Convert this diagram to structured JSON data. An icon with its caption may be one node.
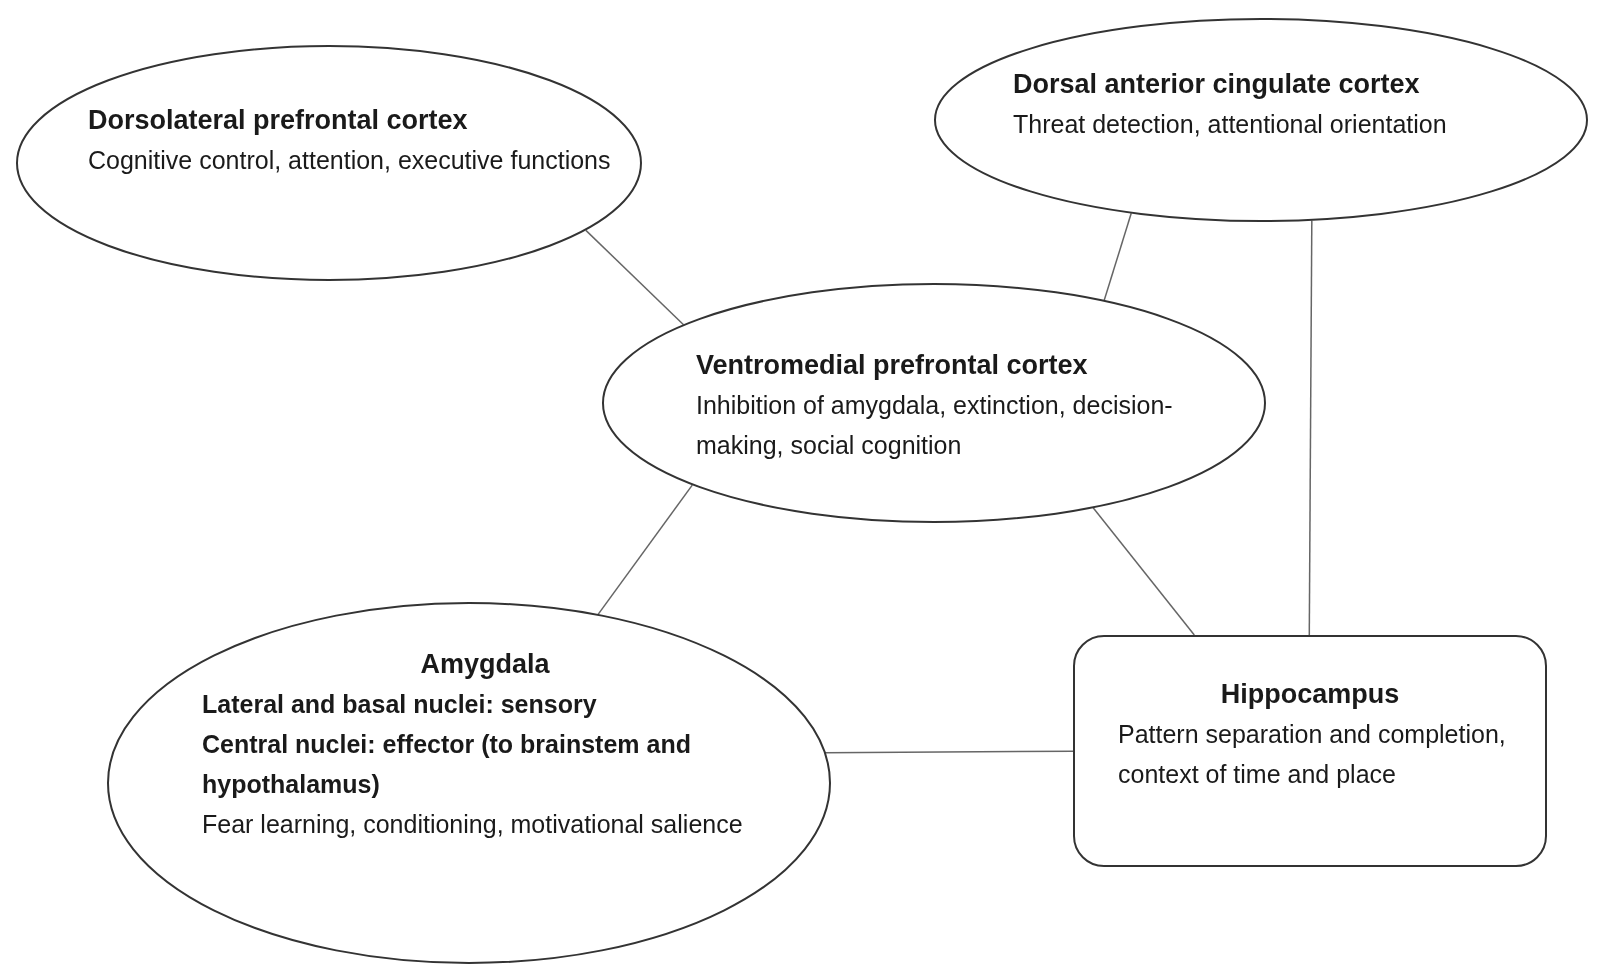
{
  "diagram": {
    "nodes": [
      {
        "text": [
          "Dorsolateral prefrontal cortex",
          "Cognitive control, attention, executive functions"
        ]
      },
      {
        "text": [
          "Dorsal anterior cingulate cortex",
          "Threat detection, attentional orientation"
        ]
      },
      {
        "text": [
          "Ventromedial prefrontal cortex",
          "Inhibition of amygdala, extinction, decision-making, social cognition"
        ]
      },
      {
        "text": [
          "Amygdala",
          "**Lateral and basal nuclei: sensory**",
          "**Central nuclei: effector (to brainstem and hypothalamus)**",
          "Fear learning, conditioning, motivational salience"
        ]
      },
      {
        "text": [
          "Hippocampus",
          "Pattern separation and completion, context of time and place"
        ]
      }
    ],
    "edges": [
      {
        "from": 0,
        "to": 2,
        "arrow": "none"
      },
      {
        "from": 1,
        "to": 2,
        "arrow": "none"
      },
      {
        "from": 1,
        "to": 4,
        "arrow": "none"
      },
      {
        "from": 2,
        "to": 3,
        "arrow": "none"
      },
      {
        "from": 2,
        "to": 4,
        "arrow": "none"
      },
      {
        "from": 3,
        "to": 4,
        "arrow": "none"
      }
    ]
  }
}
